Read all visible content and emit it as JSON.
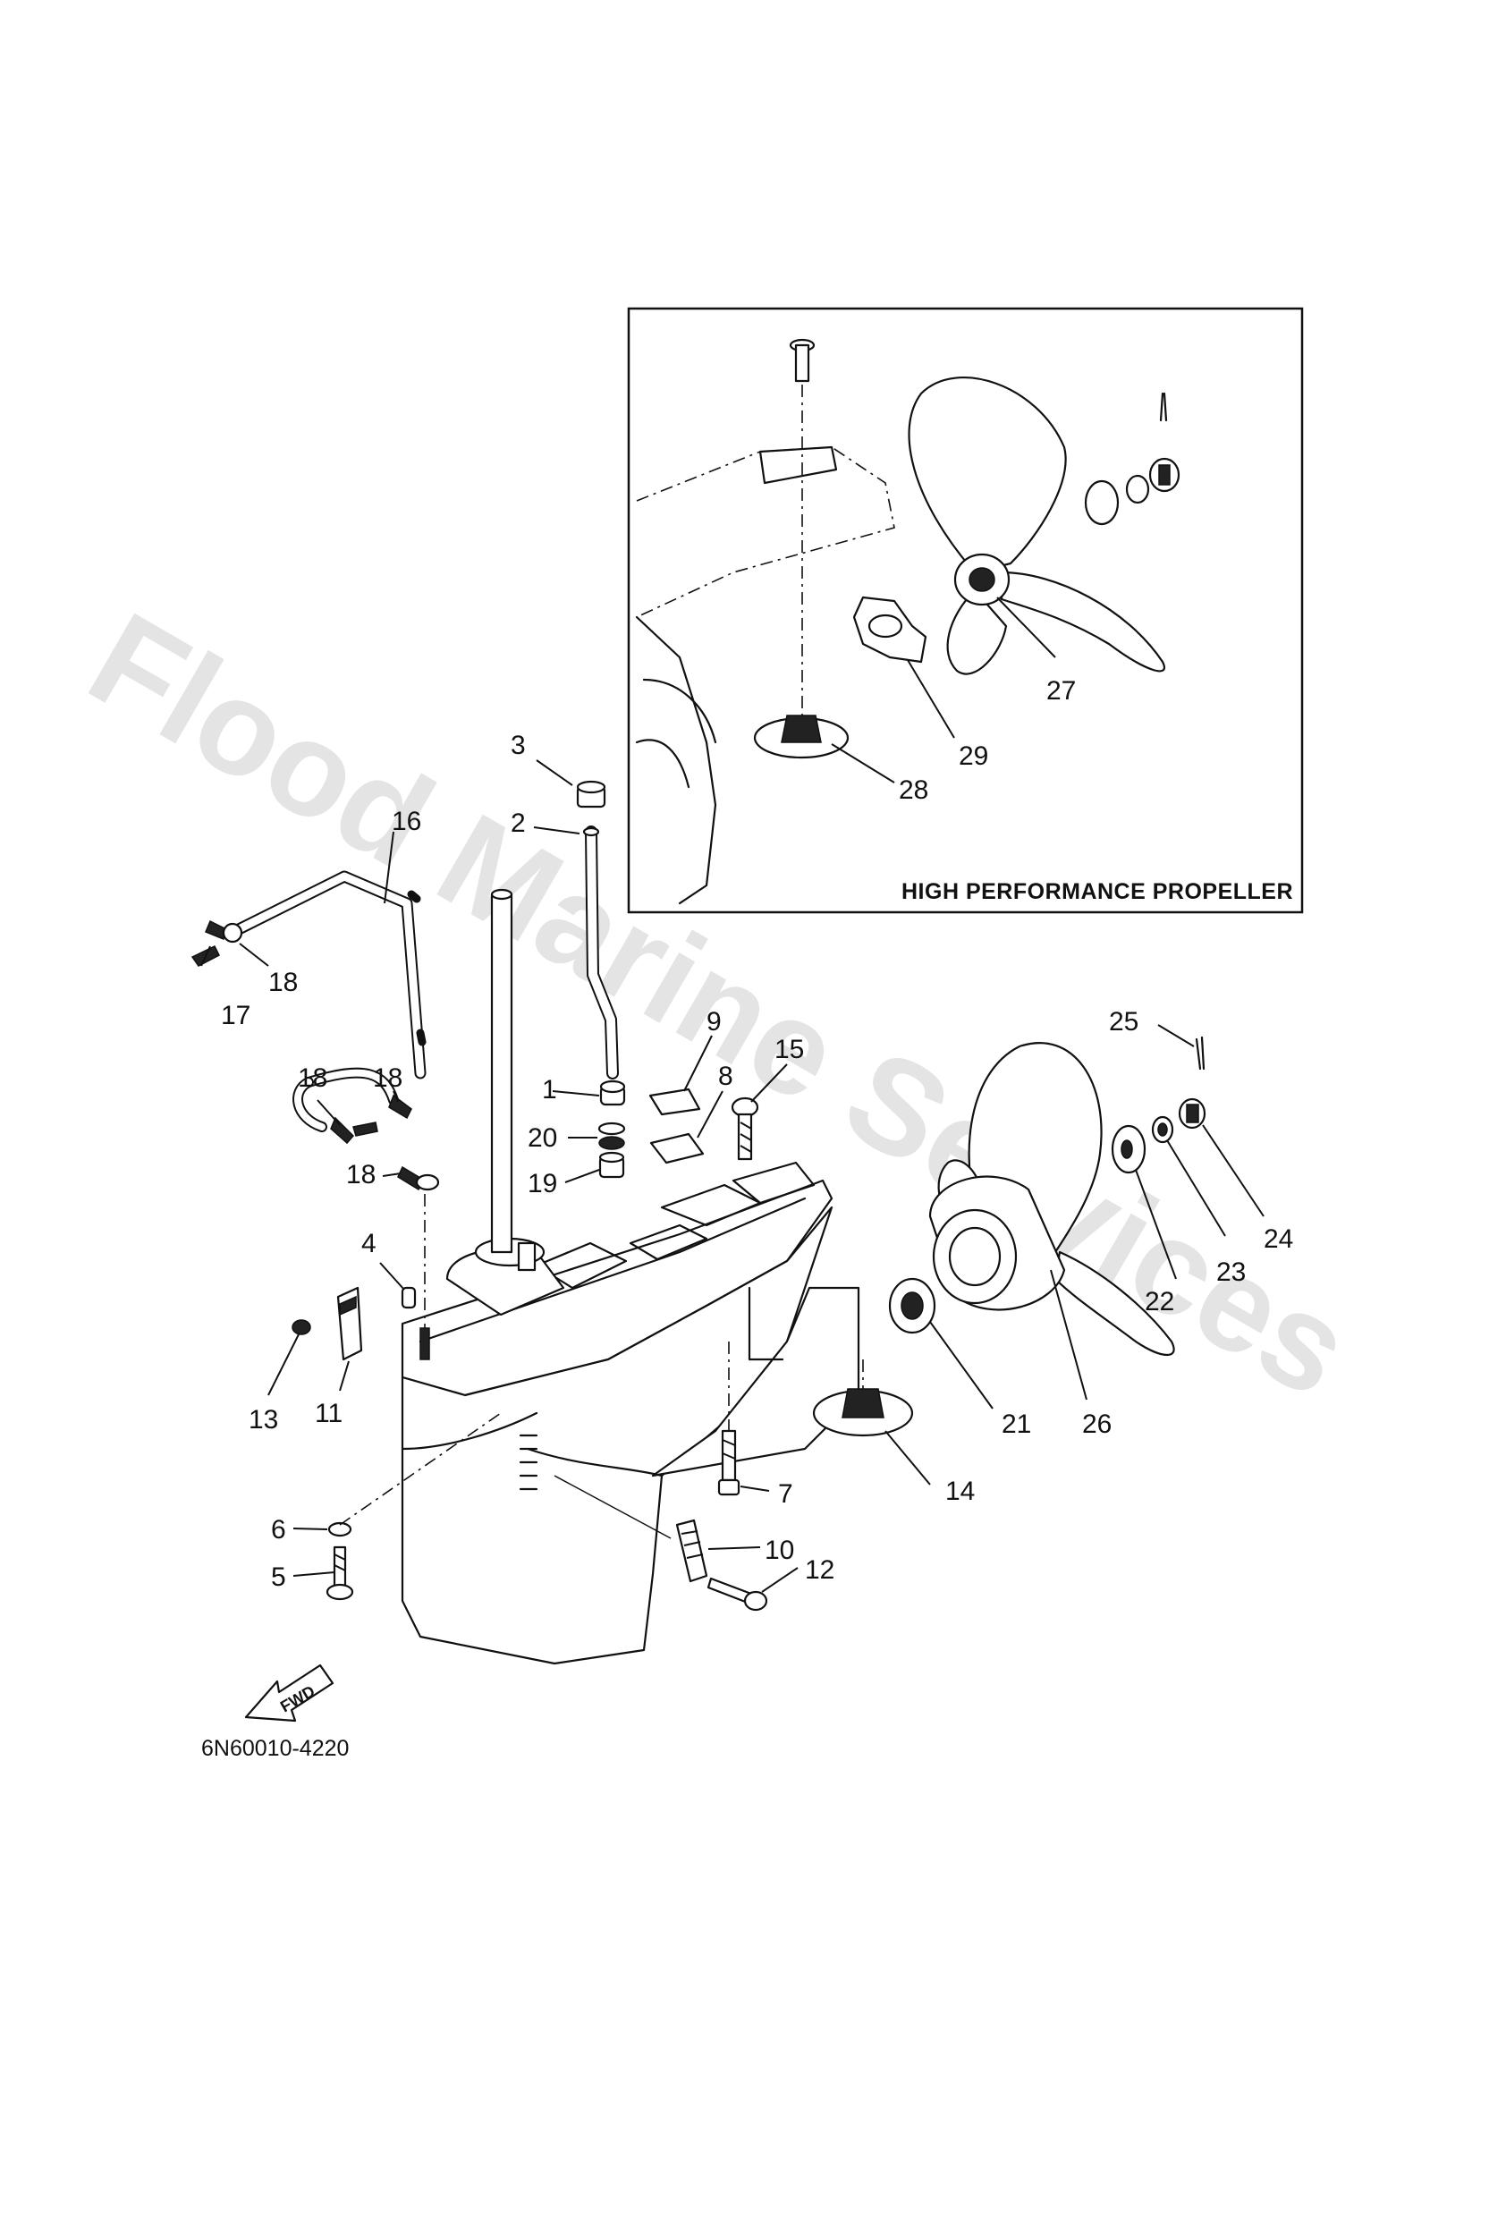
{
  "watermark": "Flood Marine Services",
  "inset_caption": "HIGH PERFORMANCE PROPELLER",
  "drawing_code": "6N60010-4220",
  "fwd_label": "FWD",
  "callouts": [
    {
      "id": "c1",
      "text": "1"
    },
    {
      "id": "c2",
      "text": "2"
    },
    {
      "id": "c3",
      "text": "3"
    },
    {
      "id": "c4",
      "text": "4"
    },
    {
      "id": "c5",
      "text": "5"
    },
    {
      "id": "c6",
      "text": "6"
    },
    {
      "id": "c7",
      "text": "7"
    },
    {
      "id": "c8",
      "text": "8"
    },
    {
      "id": "c9",
      "text": "9"
    },
    {
      "id": "c10",
      "text": "10"
    },
    {
      "id": "c11",
      "text": "11"
    },
    {
      "id": "c12",
      "text": "12"
    },
    {
      "id": "c13",
      "text": "13"
    },
    {
      "id": "c14",
      "text": "14"
    },
    {
      "id": "c15",
      "text": "15"
    },
    {
      "id": "c16",
      "text": "16"
    },
    {
      "id": "c17",
      "text": "17"
    },
    {
      "id": "c18a",
      "text": "18"
    },
    {
      "id": "c18b",
      "text": "18"
    },
    {
      "id": "c18c",
      "text": "18"
    },
    {
      "id": "c18d",
      "text": "18"
    },
    {
      "id": "c19",
      "text": "19"
    },
    {
      "id": "c20",
      "text": "20"
    },
    {
      "id": "c21",
      "text": "21"
    },
    {
      "id": "c22",
      "text": "22"
    },
    {
      "id": "c23",
      "text": "23"
    },
    {
      "id": "c24",
      "text": "24"
    },
    {
      "id": "c25",
      "text": "25"
    },
    {
      "id": "c26",
      "text": "26"
    },
    {
      "id": "c27",
      "text": "27"
    },
    {
      "id": "c28",
      "text": "28"
    },
    {
      "id": "c29",
      "text": "29"
    }
  ]
}
